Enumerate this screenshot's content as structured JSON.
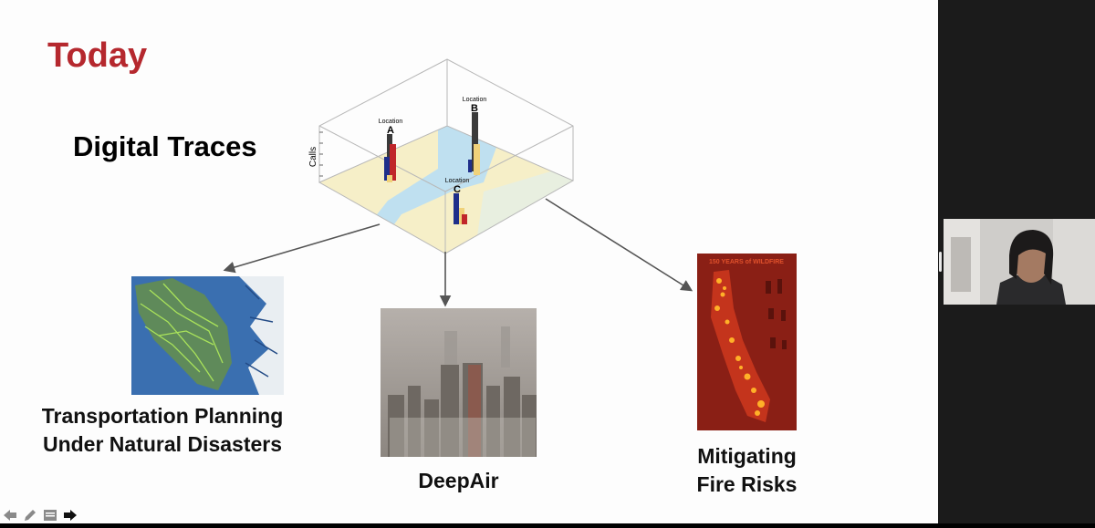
{
  "slide": {
    "title": "Today",
    "heading": "Digital Traces",
    "axis_label": "Calls",
    "locations": [
      {
        "label": "Location",
        "letter": "A"
      },
      {
        "label": "Location",
        "letter": "B"
      },
      {
        "label": "Location",
        "letter": "C"
      }
    ],
    "captions": {
      "transportation_line1": "Transportation Planning",
      "transportation_line2": "Under Natural Disasters",
      "deepair": "DeepAir",
      "fire_line1": "Mitigating",
      "fire_line2": "Fire Risks"
    },
    "fire_image_title": "150 YEARS of WILDFIRE"
  },
  "toolbar": {
    "icons": [
      "arrow-left-icon",
      "pen-icon",
      "menu-icon",
      "arrow-right-icon"
    ]
  },
  "colors": {
    "title": "#b5282e",
    "bar_blue": "#1f2f8a",
    "bar_red": "#c0262a",
    "bar_yellow": "#f0d27a",
    "bar_dark": "#3a3a3a"
  }
}
